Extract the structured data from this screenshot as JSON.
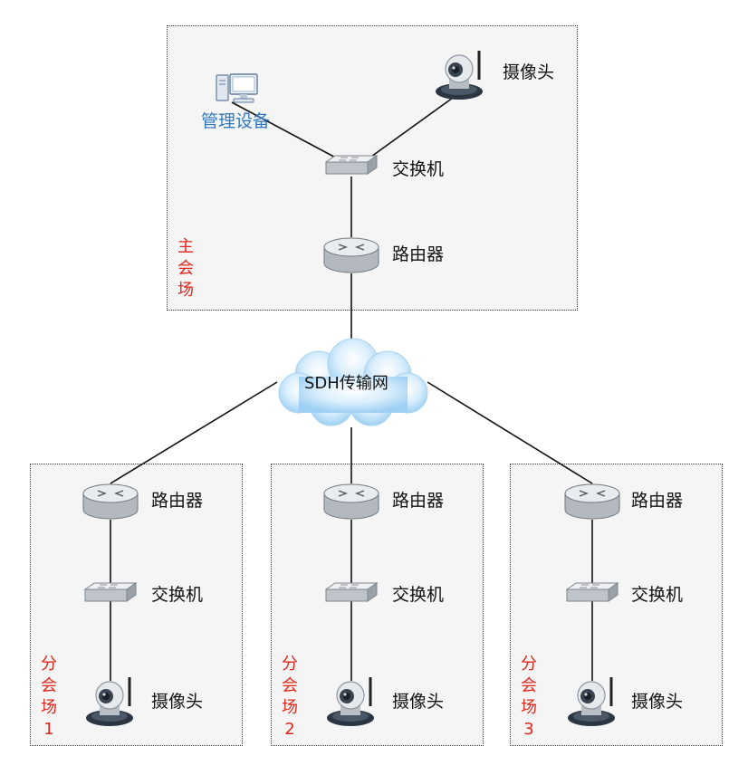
{
  "main_site": {
    "label": "主会场",
    "management": {
      "label": "管理设备"
    },
    "camera": {
      "label": "摄像头"
    },
    "switch": {
      "label": "交换机"
    },
    "router": {
      "label": "路由器"
    }
  },
  "network": {
    "label": "SDH传输网"
  },
  "branches": [
    {
      "label": "分会场1",
      "router": "路由器",
      "switch": "交换机",
      "camera": "摄像头"
    },
    {
      "label": "分会场2",
      "router": "路由器",
      "switch": "交换机",
      "camera": "摄像头"
    },
    {
      "label": "分会场3",
      "router": "路由器",
      "switch": "交换机",
      "camera": "摄像头"
    }
  ],
  "colors": {
    "zone_label": "#e0261b",
    "management_label": "#2f78c4",
    "cloud": "#bfe0f7"
  },
  "icons": {
    "pc": "computer-icon",
    "camera": "camera-icon",
    "switch": "switch-icon",
    "router": "router-icon",
    "cloud": "cloud-icon"
  }
}
